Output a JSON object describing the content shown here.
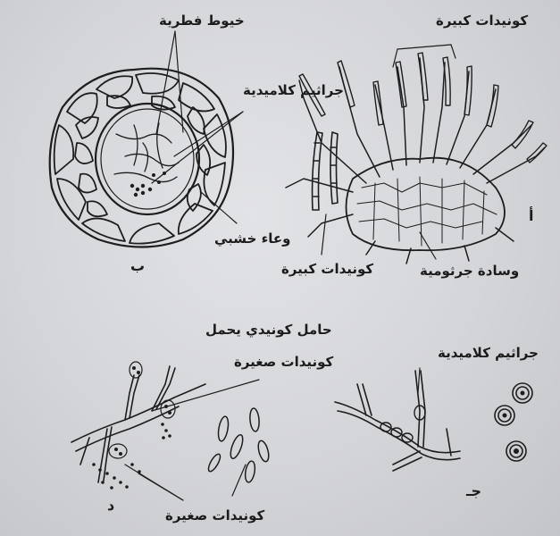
{
  "labels": {
    "fungal_hyphae": "خيوط فطرية",
    "chlamydospores_top": "جراثيم كلاميدية",
    "xylem_vessel": "وعاء خشبي",
    "macroconidia_top": "كونيدات كبيرة",
    "macroconidia_mid": "كونيدات كبيرة",
    "sporodochium": "وسادة جرثومية",
    "conidiophore": "حامل كونيدي يحمل",
    "microconidia_top": "كونيدات صغيرة",
    "microconidia_bottom": "كونيدات صغيرة",
    "chlamydospores_right": "جراثيم كلاميدية"
  },
  "panel_letters": {
    "a": "أ",
    "b": "ب",
    "c": "جـ",
    "d": "د"
  }
}
